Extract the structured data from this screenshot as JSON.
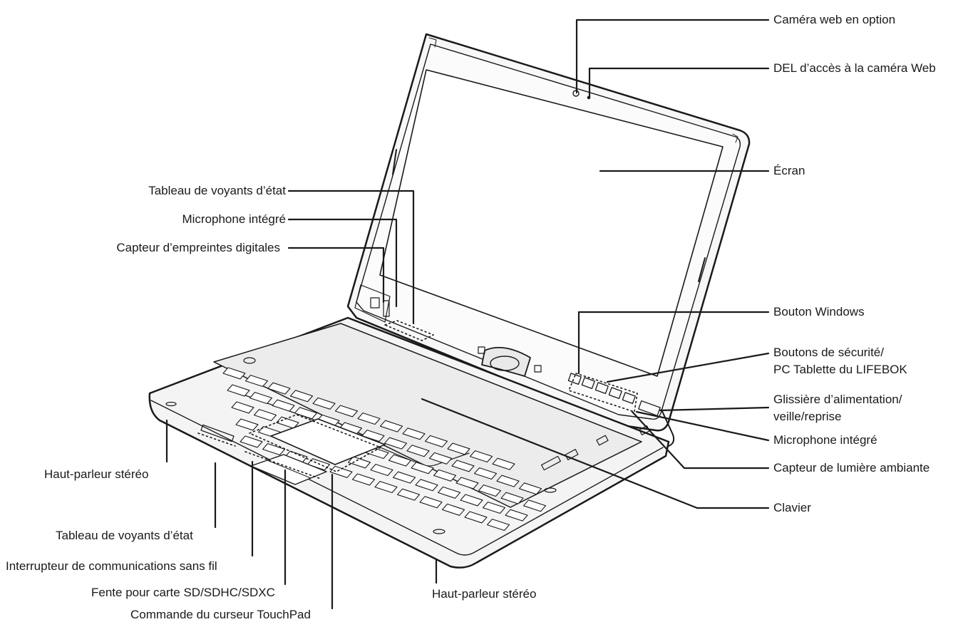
{
  "labels_right": {
    "webcam": "Caméra web en option",
    "webcam_led": "DEL d’accès à la caméra Web",
    "screen": "Écran",
    "windows_button": "Bouton Windows",
    "security_buttons_1": "Boutons de sécurité/",
    "security_buttons_2": "PC Tablette du LIFEBOK",
    "power_slider_1": "Glissière d’alimentation/",
    "power_slider_2": "veille/reprise",
    "mic_right": "Microphone intégré",
    "ambient_sensor": "Capteur de lumière ambiante",
    "keyboard": "Clavier"
  },
  "labels_left": {
    "status_panel_top": "Tableau de voyants d’état",
    "mic_left": "Microphone intégré",
    "fingerprint": "Capteur d’empreintes digitales",
    "speaker_left": "Haut-parleur stéréo"
  },
  "labels_bottom": {
    "status_panel_bottom": "Tableau de voyants d’état",
    "wireless_switch": "Interrupteur de communications sans fil",
    "sd_slot": "Fente pour carte SD/SDHC/SDXC",
    "touchpad": "Commande du curseur TouchPad",
    "speaker_bottom": "Haut-parleur stéréo"
  },
  "colors": {
    "ink": "#1a1a1a",
    "body": "#f2f2f2",
    "screen": "#ffffff"
  }
}
